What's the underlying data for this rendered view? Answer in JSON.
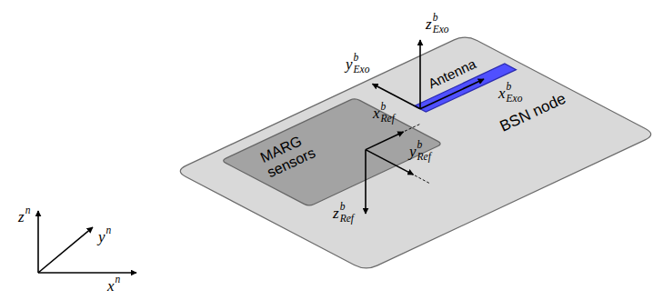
{
  "diagram": {
    "nodes": [
      {
        "text": [
          "BSN node"
        ]
      },
      {
        "text": [
          "MARG sensors"
        ],
        "in": 0
      },
      {
        "text": [
          "Antenna"
        ],
        "in": 0
      }
    ],
    "labels": [
      "z",
      "n",
      "y",
      "n",
      "x",
      "n",
      "x",
      "b",
      "Ref",
      "y",
      "b",
      "Ref",
      "z",
      "b",
      "Ref",
      "x",
      "b",
      "Exo",
      "y",
      "b",
      "Exo",
      "z",
      "b",
      "Exo"
    ]
  }
}
